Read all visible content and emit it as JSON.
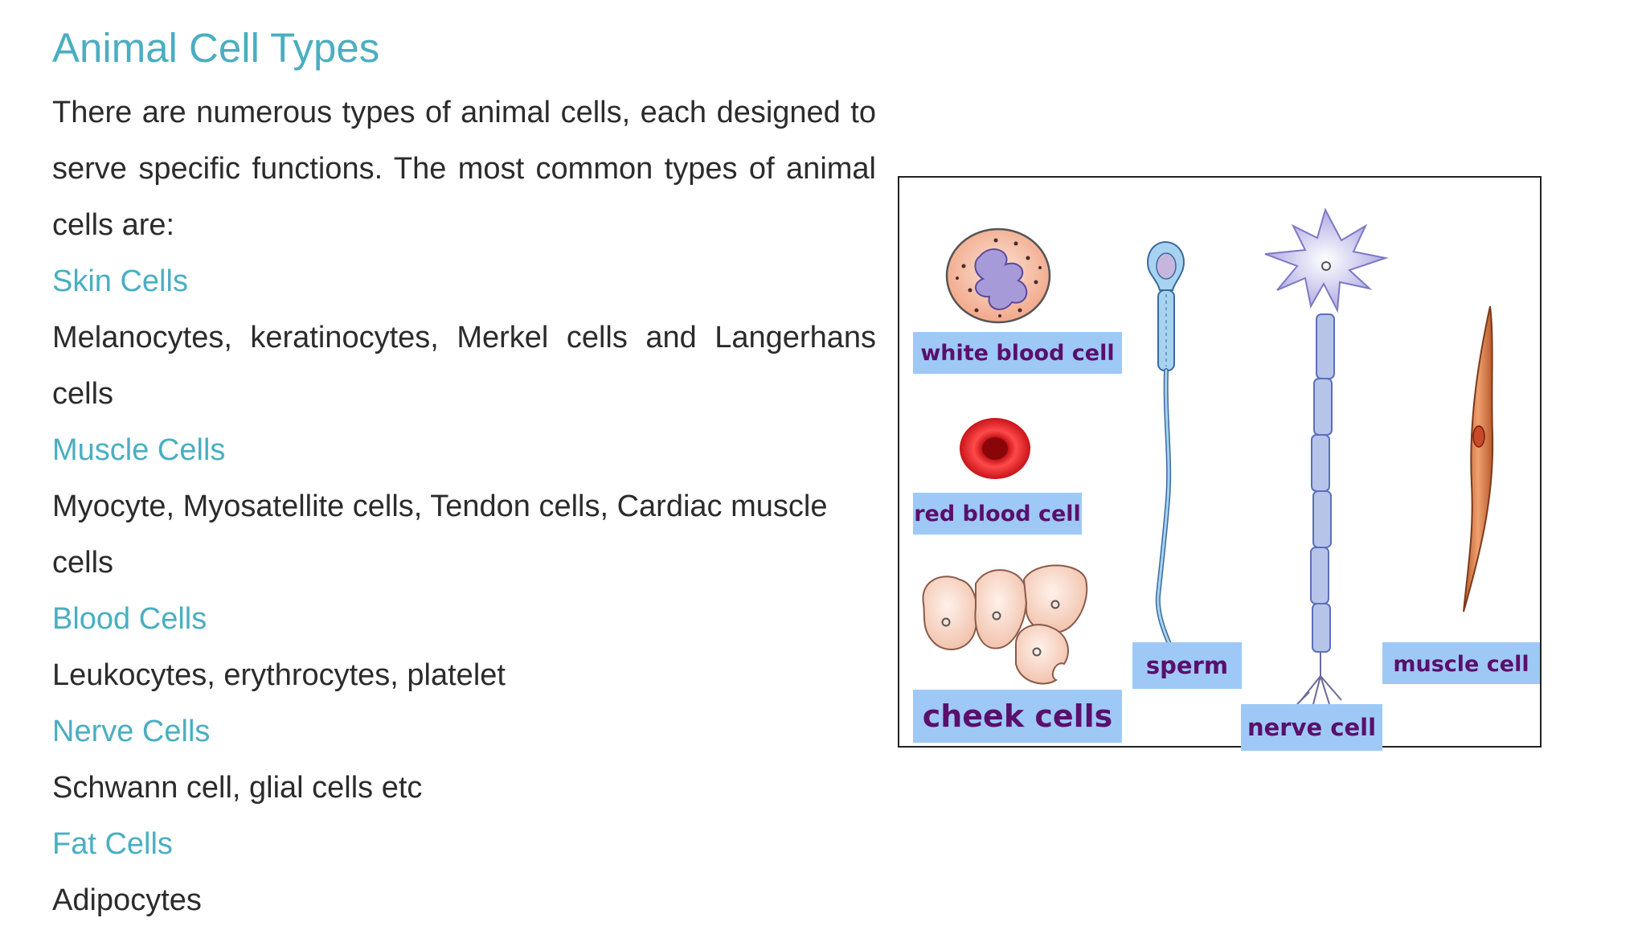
{
  "title": "Animal Cell Types",
  "intro": "There are numerous types of animal cells, each designed to serve specific functions. The most common types of animal cells are:",
  "categories": [
    {
      "name": "Skin Cells",
      "description": "Melanocytes, keratinocytes,  Merkel cells and Langerhans cells"
    },
    {
      "name": "Muscle Cells",
      "description": "Myocyte, Myosatellite cells, Tendon cells, Cardiac muscle cells"
    },
    {
      "name": "Blood Cells",
      "description": "Leukocytes, erythrocytes, platelet"
    },
    {
      "name": "Nerve Cells",
      "description": "Schwann cell, glial cells etc"
    },
    {
      "name": "Fat Cells",
      "description": "Adipocytes"
    }
  ],
  "figure": {
    "labels": {
      "white_blood_cell": "white blood cell",
      "red_blood_cell": "red blood cell",
      "cheek_cells": "cheek cells",
      "sperm": "sperm",
      "nerve_cell": "nerve cell",
      "muscle_cell": "muscle cell"
    },
    "colors": {
      "heading": "#4aaec2",
      "label_bg": "#9ec9f7",
      "label_text": "#5a0f6b",
      "red_cell": "#d9161c",
      "neuron": "#b7b5e6",
      "muscle": "#d97a45"
    }
  }
}
